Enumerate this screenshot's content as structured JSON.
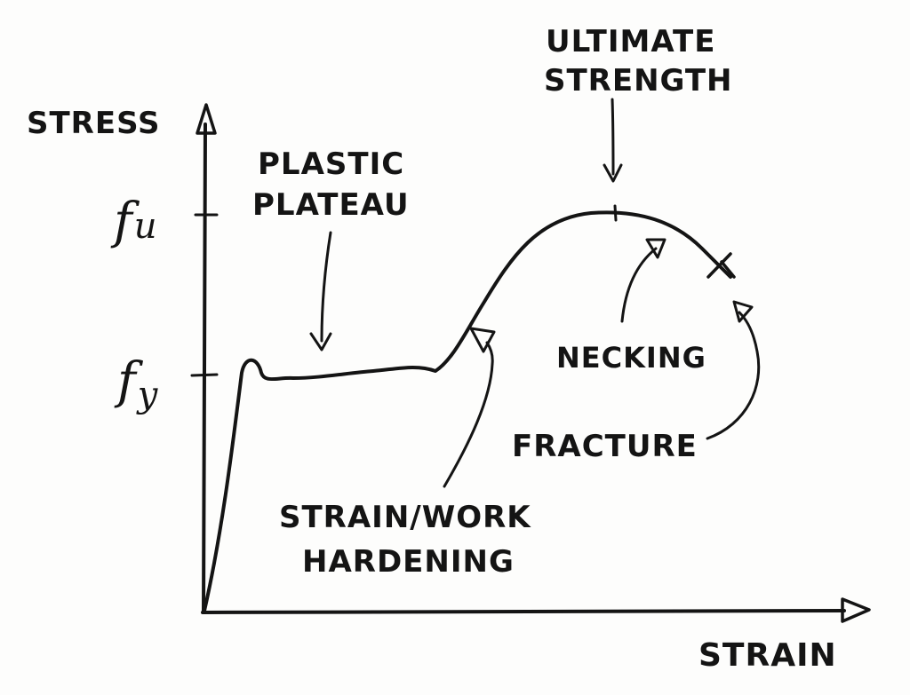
{
  "axes": {
    "y_label": "STRESS",
    "x_label": "STRAIN",
    "fu": "fu",
    "fy": "fy"
  },
  "annotations": {
    "ultimate_line1": "ULTIMATE",
    "ultimate_line2": "STRENGTH",
    "plastic_line1": "PLASTIC",
    "plastic_line2": "PLATEAU",
    "necking": "NECKING",
    "fracture": "FRACTURE",
    "hardening_line1": "STRAIN/WORK",
    "hardening_line2": "HARDENING"
  }
}
